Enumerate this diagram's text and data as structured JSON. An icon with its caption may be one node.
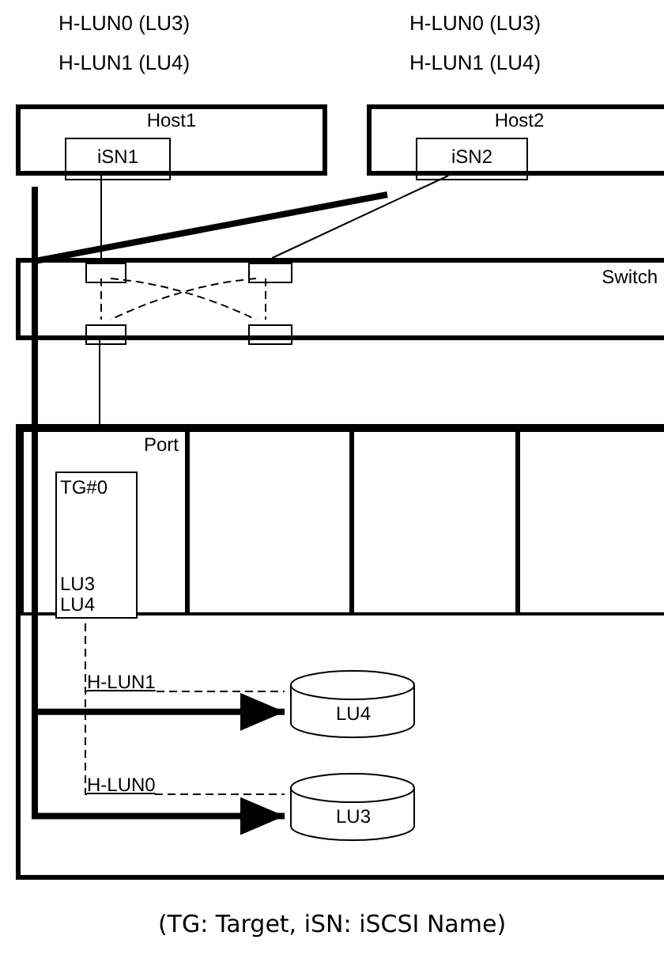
{
  "diagram": {
    "caption": "(TG: Target, iSN: iSCSI Name)",
    "nodes": [
      {
        "text": [
          "Host1"
        ],
        "beside": [
          "H-LUN0 (LU3)",
          "H-LUN1 (LU4)"
        ]
      },
      {
        "text": [
          "iSN1"
        ],
        "in": 0
      },
      {
        "text": [
          "Host2"
        ],
        "beside": [
          "H-LUN0 (LU3)",
          "H-LUN1 (LU4)"
        ]
      },
      {
        "text": [
          "iSN2"
        ],
        "in": 2
      },
      {
        "text": [
          "Switch"
        ]
      },
      {
        "text": [],
        "shape": "box",
        "in": 4
      },
      {
        "text": [],
        "shape": "box",
        "in": 4
      },
      {
        "text": [],
        "shape": "box",
        "in": 4
      },
      {
        "text": [],
        "shape": "box",
        "in": 4
      },
      {
        "text": [],
        "shape": "box"
      },
      {
        "text": [
          "Port"
        ],
        "in": 9
      },
      {
        "text": [],
        "shape": "box",
        "in": 9
      },
      {
        "text": [],
        "shape": "box",
        "in": 9
      },
      {
        "text": [],
        "shape": "box",
        "in": 9
      },
      {
        "text": [
          "TG#0",
          "LU3 LU4"
        ],
        "in": 10
      },
      {
        "text": [
          "LU4"
        ],
        "in": 9
      },
      {
        "text": [
          "LU3"
        ],
        "in": 9
      }
    ],
    "edges": [
      {
        "from": 1,
        "to": 5,
        "arrow": "none"
      },
      {
        "from": 3,
        "to": 6,
        "arrow": "none"
      },
      {
        "from": 5,
        "to": 8,
        "arrow": "none",
        "style": "dashed"
      },
      {
        "from": 6,
        "to": 7,
        "arrow": "none",
        "style": "dashed"
      },
      {
        "from": 5,
        "to": 7,
        "arrow": "none",
        "style": "dashed"
      },
      {
        "from": 6,
        "to": 8,
        "arrow": "none",
        "style": "dashed"
      },
      {
        "from": 7,
        "to": 10,
        "arrow": "none"
      },
      {
        "from": 0,
        "to": 15,
        "arrow": "to",
        "style": "thick"
      },
      {
        "from": 2,
        "to": 16,
        "arrow": "to",
        "style": "thick"
      },
      {
        "from": 14,
        "to": 15,
        "arrow": "none",
        "style": "dashed",
        "label": "H-LUN1"
      },
      {
        "from": 14,
        "to": 16,
        "arrow": "none",
        "style": "dashed",
        "label": "H-LUN0"
      }
    ]
  }
}
